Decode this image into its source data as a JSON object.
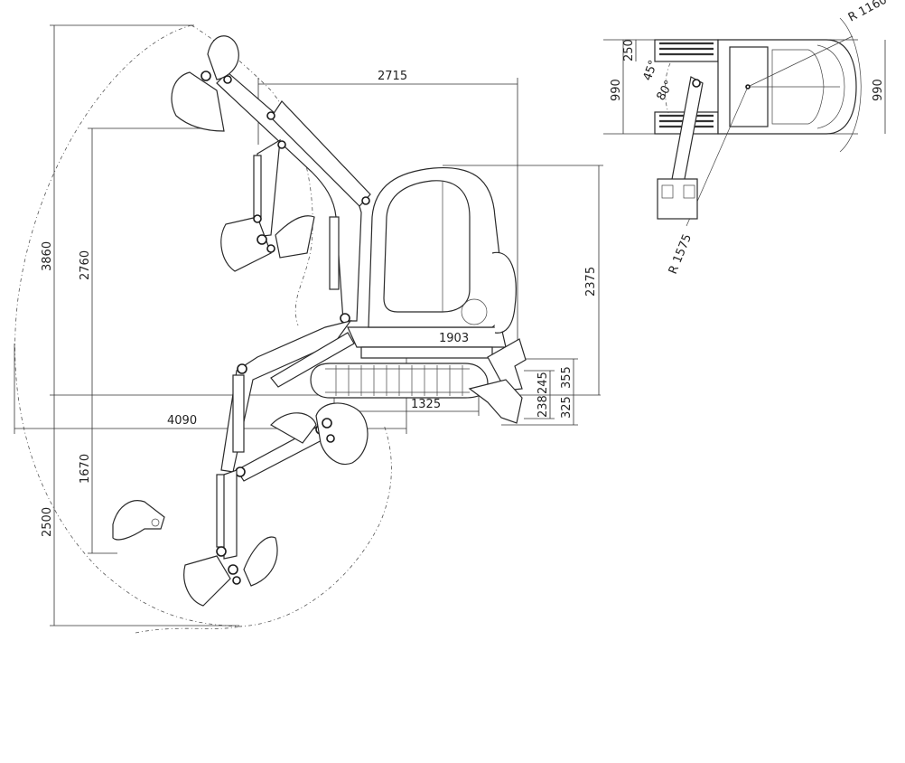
{
  "dimensions": {
    "max_height": "3860",
    "dump_height": "2760",
    "reach_depth": "4090",
    "dig_depth": "2500",
    "vertical_wall_depth": "1670",
    "tail_reach": "2715",
    "cab_height": "2375",
    "track_length": "1903",
    "tumbler_distance": "1325",
    "blade_lift": "355",
    "blade_depth": "325",
    "blade_width_245": "245",
    "blade_width_238": "238",
    "top_width_left": "990",
    "top_width_right": "990",
    "top_boom_offset": "250",
    "swing_angle_45": "45°",
    "swing_angle_80": "80°",
    "tail_radius": "R 1160",
    "front_radius": "R 1575"
  }
}
